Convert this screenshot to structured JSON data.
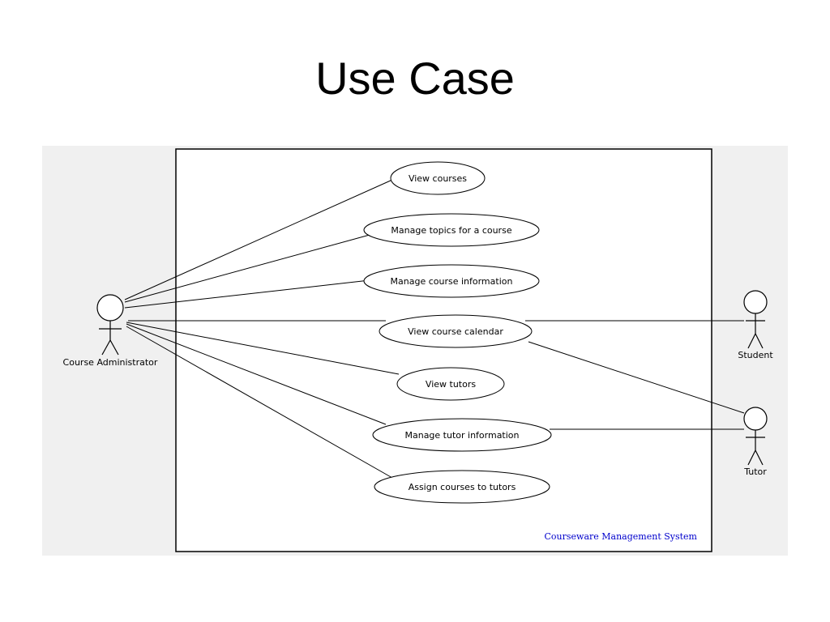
{
  "slide": {
    "title": "Use Case"
  },
  "diagram": {
    "system_boundary_label": "Courseware Management System",
    "system_label_color": "#0000cc",
    "use_cases": [
      {
        "id": "view-courses",
        "label": "View courses"
      },
      {
        "id": "manage-topics",
        "label": "Manage topics for a course"
      },
      {
        "id": "manage-course-info",
        "label": "Manage course information"
      },
      {
        "id": "view-course-calendar",
        "label": "View course calendar"
      },
      {
        "id": "view-tutors",
        "label": "View tutors"
      },
      {
        "id": "manage-tutor-info",
        "label": "Manage tutor information"
      },
      {
        "id": "assign-courses",
        "label": "Assign courses to tutors"
      }
    ],
    "actors": [
      {
        "id": "course-administrator",
        "label": "Course Administrator"
      },
      {
        "id": "student",
        "label": "Student"
      },
      {
        "id": "tutor",
        "label": "Tutor"
      }
    ]
  }
}
